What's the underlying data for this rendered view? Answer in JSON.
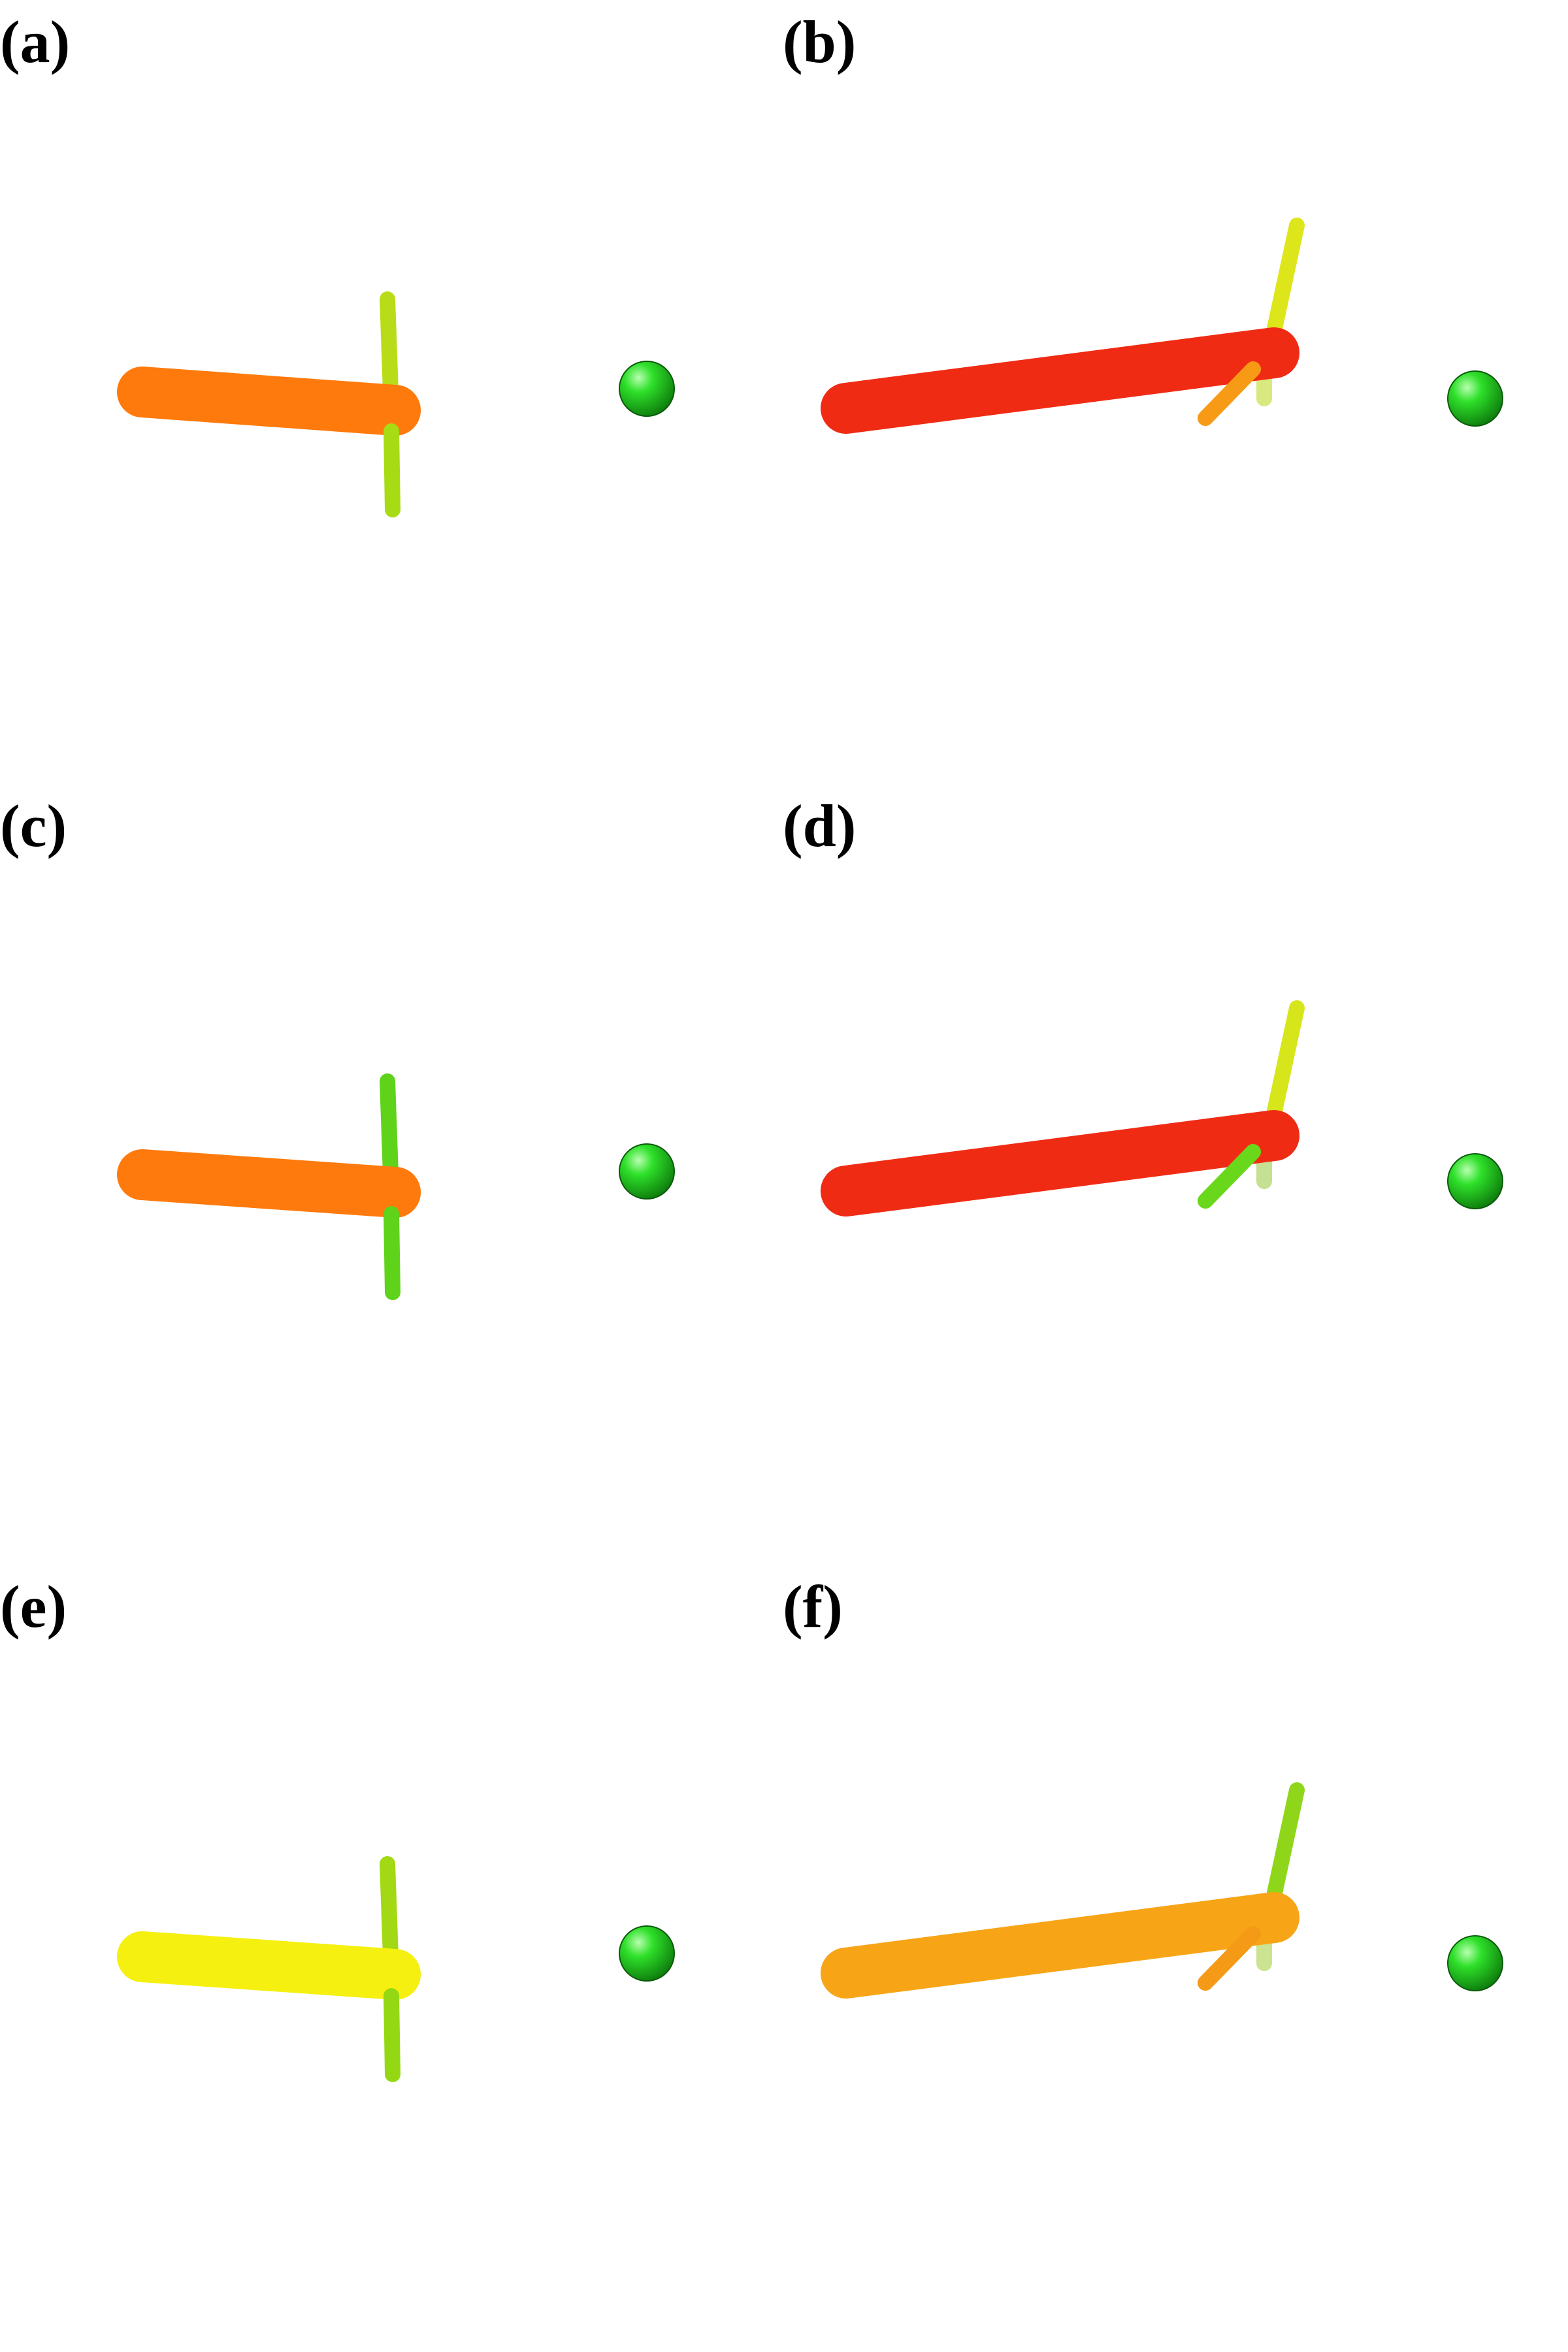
{
  "panels": [
    {
      "label": "(a)",
      "style": "short",
      "colors": {
        "rod": "#ff7a0c",
        "vec_up": "#b9dc18",
        "vec_down": "#a7db14",
        "vec_diag": null,
        "ion": "#1fd61a"
      }
    },
    {
      "label": "(b)",
      "style": "long",
      "colors": {
        "rod": "#f02b14",
        "vec_up": "#dde61a",
        "vec_down": "#bcd61a",
        "vec_diag": "#f79a16",
        "ion": "#1fd61a"
      }
    },
    {
      "label": "(c)",
      "style": "short",
      "colors": {
        "rod": "#ff7a0c",
        "vec_up": "#5fd21a",
        "vec_down": "#5fd21a",
        "vec_diag": null,
        "ion": "#1fd61a"
      }
    },
    {
      "label": "(d)",
      "style": "long",
      "colors": {
        "rod": "#f02b14",
        "vec_up": "#d6e61a",
        "vec_down": "#96c83a",
        "vec_diag": "#6ad81a",
        "ion": "#1fd61a"
      }
    },
    {
      "label": "(e)",
      "style": "short",
      "colors": {
        "rod": "#f5f010",
        "vec_up": "#a2d814",
        "vec_down": "#94d814",
        "vec_diag": null,
        "ion": "#1fd61a"
      }
    },
    {
      "label": "(f)",
      "style": "long",
      "colors": {
        "rod": "#f7a516",
        "vec_up": "#8fd61a",
        "vec_down": "#a4cf3a",
        "vec_diag": "#f49a16",
        "ion": "#1fd61a"
      }
    }
  ]
}
